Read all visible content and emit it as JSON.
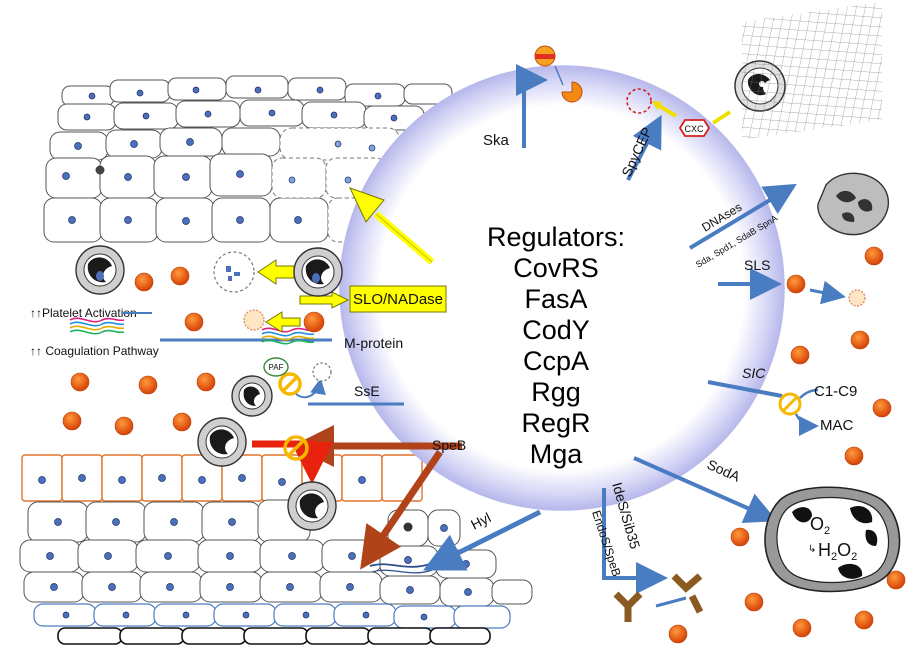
{
  "regulators": {
    "heading": "Regulators:",
    "items": [
      "CovRS",
      "FasA",
      "CodY",
      "CcpA",
      "Rgg",
      "RegR",
      "Mga"
    ]
  },
  "factors": {
    "ska": "Ska",
    "spycep": "SpyCEP",
    "cxc": "CXC",
    "dnases": "DNAses",
    "dnase_list": "Sda, Spd1, SdaB SpnA",
    "sls": "SLS",
    "sic": "SIC",
    "c1c9": "C1-C9",
    "mac": "MAC",
    "soda": "SodA",
    "o2": "O",
    "o2_sub": "2",
    "h2o2_h": "H",
    "h2o2_sub1": "2",
    "h2o2_o": "O",
    "h2o2_sub2": "2",
    "ides": "IdeS/Sib35",
    "endos": "EndoS/SpeB",
    "hyl": "Hyl",
    "speb": "SpeB",
    "sse": "SsE",
    "paf": "PAF",
    "mprotein": "M-protein",
    "slo": "SLO/NADase"
  },
  "effects": {
    "platelet": "↑↑Platelet Activation",
    "coagulation": "↑↑ Coagulation Pathway"
  },
  "colors": {
    "membrane": "#c9c9f2",
    "arrow_blue": "#4a7cc2",
    "slo_yellow": "#ffff00",
    "speb_red": "#e8220c",
    "speb_brown": "#b0431a",
    "bacteria_orange": "#e8580c",
    "cell_blue_nucleus": "#4b6fb8",
    "inhibit_ring": "#f6b800",
    "antibody_brown": "#8a5a22",
    "cxc_red": "#d42020"
  }
}
